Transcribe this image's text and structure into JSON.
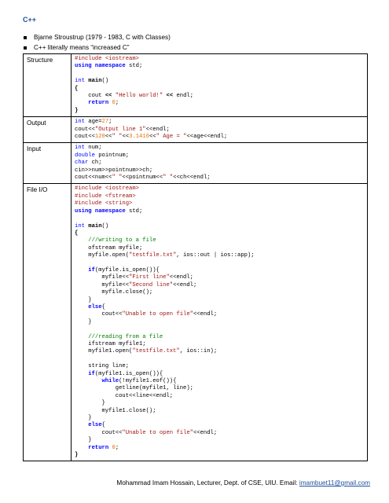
{
  "title": "C++",
  "bullets": [
    "Bjarne Stroustrup (1979 - 1983, C with Classes)",
    "C++ literally means “increased C”"
  ],
  "rows": [
    {
      "label": "Structure",
      "lines": [
        {
          "segments": [
            {
              "t": "#include <iostream>",
              "c": "pp"
            }
          ]
        },
        {
          "segments": [
            {
              "t": "using namespace ",
              "c": "kw bk"
            },
            {
              "t": "std;"
            }
          ]
        },
        {
          "segments": [
            {
              "t": ""
            }
          ]
        },
        {
          "segments": [
            {
              "t": "int",
              "c": "kw"
            },
            {
              "t": " main",
              "c": "bk"
            },
            {
              "t": "()"
            }
          ]
        },
        {
          "segments": [
            {
              "t": "{",
              "c": "bk"
            }
          ]
        },
        {
          "segments": [
            {
              "t": "    cout "
            },
            {
              "t": "<<",
              "c": "bk"
            },
            {
              "t": " "
            },
            {
              "t": "\"Hello world!\"",
              "c": "str"
            },
            {
              "t": " "
            },
            {
              "t": "<<",
              "c": "bk"
            },
            {
              "t": " endl;"
            }
          ]
        },
        {
          "segments": [
            {
              "t": "    "
            },
            {
              "t": "return",
              "c": "kw bk"
            },
            {
              "t": " "
            },
            {
              "t": "0",
              "c": "num"
            },
            {
              "t": ";"
            }
          ]
        },
        {
          "segments": [
            {
              "t": "}",
              "c": "bk"
            }
          ]
        }
      ]
    },
    {
      "label": "Output",
      "lines": [
        {
          "segments": [
            {
              "t": "int",
              "c": "kw"
            },
            {
              "t": " age="
            },
            {
              "t": "27",
              "c": "num"
            },
            {
              "t": ";"
            }
          ]
        },
        {
          "segments": [
            {
              "t": "cout<<"
            },
            {
              "t": "\"Output line 1\"",
              "c": "str"
            },
            {
              "t": "<<endl;"
            }
          ]
        },
        {
          "segments": [
            {
              "t": "cout<<"
            },
            {
              "t": "120",
              "c": "num"
            },
            {
              "t": "<<"
            },
            {
              "t": "\" \"",
              "c": "str"
            },
            {
              "t": "<<"
            },
            {
              "t": "3.1416",
              "c": "num"
            },
            {
              "t": "<<"
            },
            {
              "t": "\" Age = \"",
              "c": "str"
            },
            {
              "t": "<<age<<endl;"
            }
          ]
        }
      ]
    },
    {
      "label": "Input",
      "lines": [
        {
          "segments": [
            {
              "t": "int",
              "c": "kw"
            },
            {
              "t": " num;"
            }
          ]
        },
        {
          "segments": [
            {
              "t": "double",
              "c": "kw"
            },
            {
              "t": " pointnum;"
            }
          ]
        },
        {
          "segments": [
            {
              "t": "char",
              "c": "kw"
            },
            {
              "t": " ch;"
            }
          ]
        },
        {
          "segments": [
            {
              "t": "cin>>num>>pointnum>>ch;"
            }
          ]
        },
        {
          "segments": [
            {
              "t": "cout<<num<<"
            },
            {
              "t": "\" \"",
              "c": "str"
            },
            {
              "t": "<<pointnum<<"
            },
            {
              "t": "\" \"",
              "c": "str"
            },
            {
              "t": "<<ch<<endl;"
            }
          ]
        }
      ]
    },
    {
      "label": "File I/O",
      "lines": [
        {
          "segments": [
            {
              "t": "#include <iostream>",
              "c": "pp"
            }
          ]
        },
        {
          "segments": [
            {
              "t": "#include <fstream>",
              "c": "pp"
            }
          ]
        },
        {
          "segments": [
            {
              "t": "#include <string>",
              "c": "pp"
            }
          ]
        },
        {
          "segments": [
            {
              "t": "using namespace ",
              "c": "kw bk"
            },
            {
              "t": "std;"
            }
          ]
        },
        {
          "segments": [
            {
              "t": ""
            }
          ]
        },
        {
          "segments": [
            {
              "t": "int",
              "c": "kw"
            },
            {
              "t": " main",
              "c": "bk"
            },
            {
              "t": "()"
            }
          ]
        },
        {
          "segments": [
            {
              "t": "{",
              "c": "bk"
            }
          ]
        },
        {
          "segments": [
            {
              "t": "    "
            },
            {
              "t": "///writing to a file",
              "c": "cm"
            }
          ]
        },
        {
          "segments": [
            {
              "t": "    ofstream myfile;"
            }
          ]
        },
        {
          "segments": [
            {
              "t": "    myfile.open("
            },
            {
              "t": "\"testfile.txt\"",
              "c": "str"
            },
            {
              "t": ", ios::out | ios::app);"
            }
          ]
        },
        {
          "segments": [
            {
              "t": ""
            }
          ]
        },
        {
          "segments": [
            {
              "t": "    "
            },
            {
              "t": "if",
              "c": "kw bk"
            },
            {
              "t": "(myfile.is_open()){"
            }
          ]
        },
        {
          "segments": [
            {
              "t": "        myfile<<"
            },
            {
              "t": "\"First line\"",
              "c": "str"
            },
            {
              "t": "<<endl;"
            }
          ]
        },
        {
          "segments": [
            {
              "t": "        myfile<<"
            },
            {
              "t": "\"Second line\"",
              "c": "str"
            },
            {
              "t": "<<endl;"
            }
          ]
        },
        {
          "segments": [
            {
              "t": "        myfile.close();"
            }
          ]
        },
        {
          "segments": [
            {
              "t": "    }"
            }
          ]
        },
        {
          "segments": [
            {
              "t": "    "
            },
            {
              "t": "else",
              "c": "kw bk"
            },
            {
              "t": "{"
            }
          ]
        },
        {
          "segments": [
            {
              "t": "        cout<<"
            },
            {
              "t": "\"Unable to open file\"",
              "c": "str"
            },
            {
              "t": "<<endl;"
            }
          ]
        },
        {
          "segments": [
            {
              "t": "    }"
            }
          ]
        },
        {
          "segments": [
            {
              "t": ""
            }
          ]
        },
        {
          "segments": [
            {
              "t": "    "
            },
            {
              "t": "///reading from a file",
              "c": "cm"
            }
          ]
        },
        {
          "segments": [
            {
              "t": "    ifstream myfile1;"
            }
          ]
        },
        {
          "segments": [
            {
              "t": "    myfile1.open("
            },
            {
              "t": "\"testfile.txt\"",
              "c": "str"
            },
            {
              "t": ", ios::in);"
            }
          ]
        },
        {
          "segments": [
            {
              "t": ""
            }
          ]
        },
        {
          "segments": [
            {
              "t": "    string line;"
            }
          ]
        },
        {
          "segments": [
            {
              "t": "    "
            },
            {
              "t": "if",
              "c": "kw bk"
            },
            {
              "t": "(myfile1.is_open()){"
            }
          ]
        },
        {
          "segments": [
            {
              "t": "        "
            },
            {
              "t": "while",
              "c": "kw bk"
            },
            {
              "t": "(!myfile1.eof()){"
            }
          ]
        },
        {
          "segments": [
            {
              "t": "            getline(myfile1, line);"
            }
          ]
        },
        {
          "segments": [
            {
              "t": "            cout<<line<<endl;"
            }
          ]
        },
        {
          "segments": [
            {
              "t": "        }"
            }
          ]
        },
        {
          "segments": [
            {
              "t": "        myfile1.close();"
            }
          ]
        },
        {
          "segments": [
            {
              "t": "    }"
            }
          ]
        },
        {
          "segments": [
            {
              "t": "    "
            },
            {
              "t": "else",
              "c": "kw bk"
            },
            {
              "t": "{"
            }
          ]
        },
        {
          "segments": [
            {
              "t": "        cout<<"
            },
            {
              "t": "\"Unable to open file\"",
              "c": "str"
            },
            {
              "t": "<<endl;"
            }
          ]
        },
        {
          "segments": [
            {
              "t": "    }"
            }
          ]
        },
        {
          "segments": [
            {
              "t": "    "
            },
            {
              "t": "return",
              "c": "kw bk"
            },
            {
              "t": " "
            },
            {
              "t": "0",
              "c": "num"
            },
            {
              "t": ";"
            }
          ]
        },
        {
          "segments": [
            {
              "t": "}",
              "c": "bk"
            }
          ]
        }
      ]
    }
  ],
  "footer": {
    "text": "Mohammad Imam Hossain, Lecturer, Dept. of CSE, UIU. Email: ",
    "email": "imambuet11@gmail.com"
  },
  "colors": {
    "keyword": "#0000ff",
    "string": "#a31515",
    "number": "#e07000",
    "comment": "#008000",
    "title": "#1f4e9e"
  }
}
